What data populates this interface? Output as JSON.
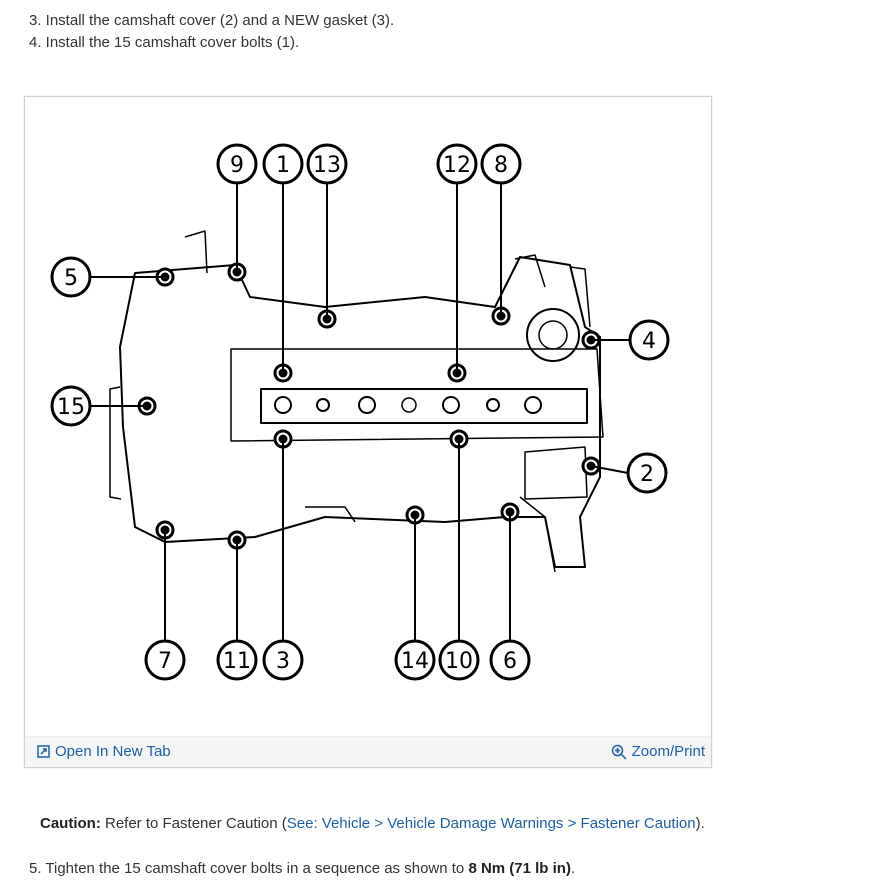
{
  "steps": {
    "step3": "3. Install the camshaft cover (2) and a NEW gasket (3).",
    "step4": "4. Install the 15 camshaft cover bolts (1).",
    "step5_prefix": "5. Tighten the 15 camshaft cover bolts in a sequence as shown to ",
    "step5_torque": "8 Nm (71 lb in)",
    "step5_suffix": "."
  },
  "figure": {
    "callouts": [
      "1",
      "2",
      "3",
      "4",
      "5",
      "6",
      "7",
      "8",
      "9",
      "10",
      "11",
      "12",
      "13",
      "14",
      "15"
    ],
    "toolbar": {
      "open_tab": "Open In New Tab",
      "open_tab_icon": "open-external-icon",
      "zoom_print": "Zoom/Print",
      "zoom_icon": "zoom-in-icon"
    }
  },
  "caution": {
    "label": "Caution:",
    "text_before": " Refer to Fastener Caution (",
    "link_text": "See: Vehicle > Vehicle Damage Warnings > Fastener Caution",
    "text_after": ")."
  },
  "colors": {
    "link": "#1f5fa8",
    "text": "#333333",
    "toolbar_bg": "#f4f5f7"
  }
}
